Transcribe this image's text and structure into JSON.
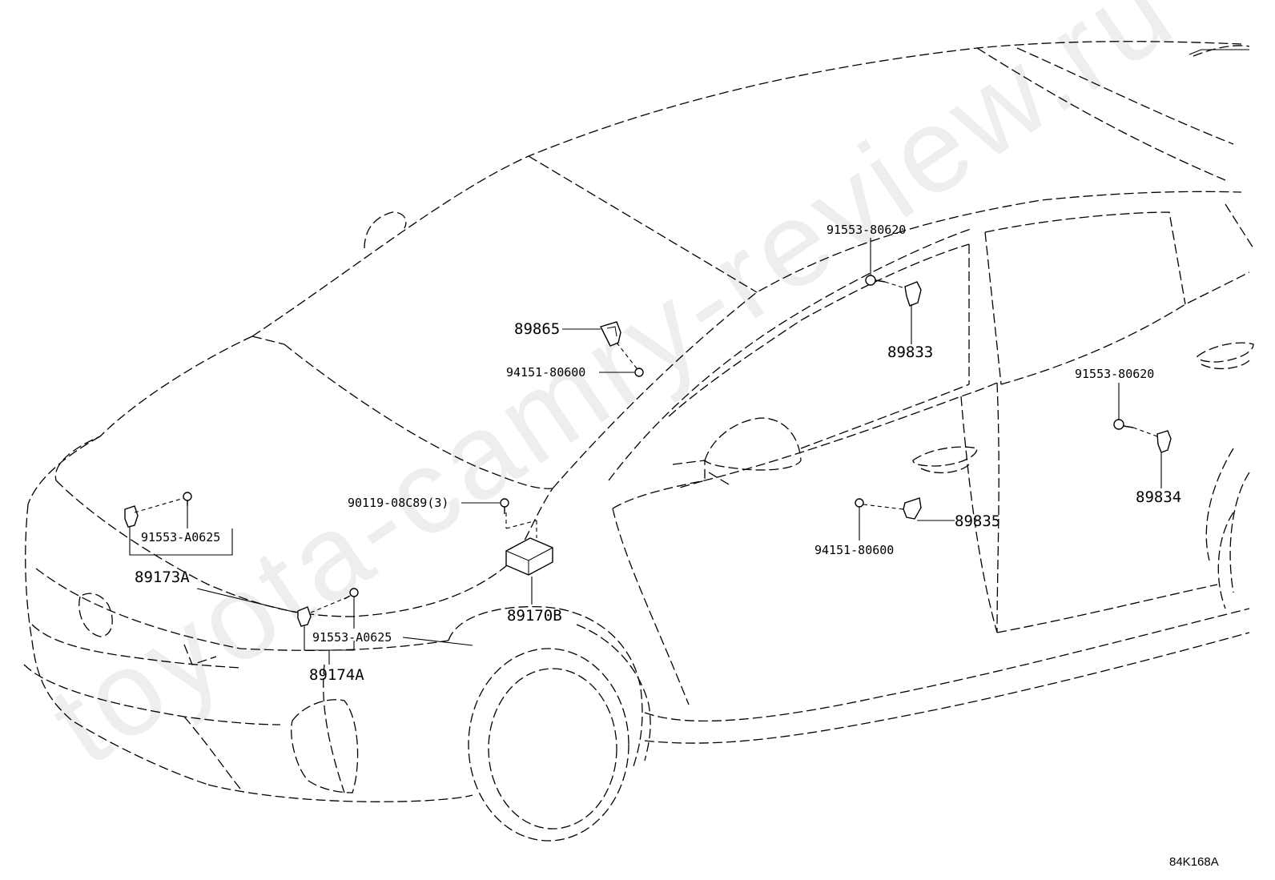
{
  "watermark": "toyota-camry-review.ru",
  "diagram_ref": "84K168A",
  "labels": {
    "p91553_80620_top": "91553-80620",
    "p89865": "89865",
    "p94151_80600_top": "94151-80600",
    "p89833": "89833",
    "p91553_80620_right": "91553-80620",
    "p90119": "90119-08C89(3)",
    "p89835": "89835",
    "p89834": "89834",
    "p94151_80600_bottom": "94151-80600",
    "p91553_A0625_left": "91553-A0625",
    "p89173A": "89173A",
    "p89170B": "89170B",
    "p91553_A0625_bottom": "91553-A0625",
    "p89174A": "89174A"
  }
}
